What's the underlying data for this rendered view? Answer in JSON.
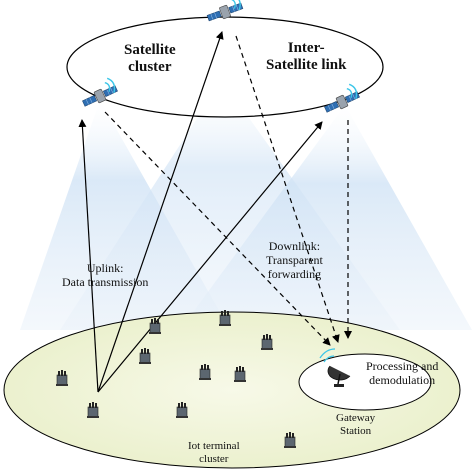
{
  "labels": {
    "satellite_cluster_line1": "Satellite",
    "satellite_cluster_line2": "cluster",
    "isl_line1": "Inter-",
    "isl_line2": "Satellite link",
    "uplink_line1": "Uplink:",
    "uplink_line2": "Data transmission",
    "downlink_line1": "Downlink:",
    "downlink_line2": "Transparent",
    "downlink_line3": "forwarding",
    "processing_line1": "Processing and",
    "processing_line2": "demodulation",
    "gateway_line1": "Gateway",
    "gateway_line2": "Station",
    "iot_line1": "Iot terminal",
    "iot_line2": "cluster"
  },
  "colors": {
    "beam": "#cfe2f5",
    "ground_fill": "#f1f4db",
    "line": "#000000",
    "satellite_body": "#9aa3ad",
    "satellite_panel": "#2f6fb3",
    "signal_waves": "#3cc6e8"
  },
  "icons": {
    "satellite": "satellite-icon",
    "terminal": "iot-terminal-icon",
    "dish": "satellite-dish-icon"
  }
}
